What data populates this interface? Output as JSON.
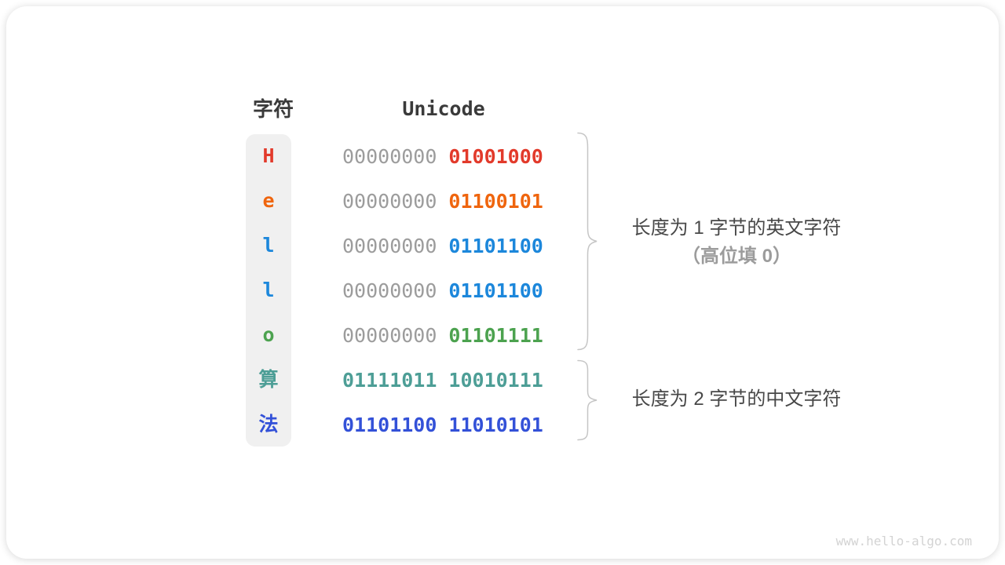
{
  "header": {
    "char_col": "字符",
    "unicode_col": "Unicode"
  },
  "rows": [
    {
      "char": "H",
      "color": "#e23a2b",
      "high": "00000000",
      "low": "01001000"
    },
    {
      "char": "e",
      "color": "#ef650e",
      "high": "00000000",
      "low": "01100101"
    },
    {
      "char": "l",
      "color": "#1c87db",
      "high": "00000000",
      "low": "01101100"
    },
    {
      "char": "l",
      "color": "#1c87db",
      "high": "00000000",
      "low": "01101100"
    },
    {
      "char": "o",
      "color": "#4ca24f",
      "high": "00000000",
      "low": "01101111"
    },
    {
      "char": "算",
      "color": "#4d9e96",
      "high": "01111011",
      "low": "10010111"
    },
    {
      "char": "法",
      "color": "#3351d8",
      "high": "01101100",
      "low": "11010101"
    }
  ],
  "annotations": {
    "group1_line1": "长度为 1 字节的英文字符",
    "group1_line2": "（高位填 0）",
    "group2_line1": "长度为 2 字节的中文字符"
  },
  "watermark": "www.hello-algo.com",
  "colors": {
    "gray_byte": "#9c9c9c",
    "header_text": "#3a3a3a",
    "annotation_text": "#484848",
    "annotation_sub_text": "#9c9c9c",
    "brace_stroke": "#c6c6c6",
    "char_column_bg": "#f0f0f0",
    "watermark_text": "#d3d3d3"
  }
}
